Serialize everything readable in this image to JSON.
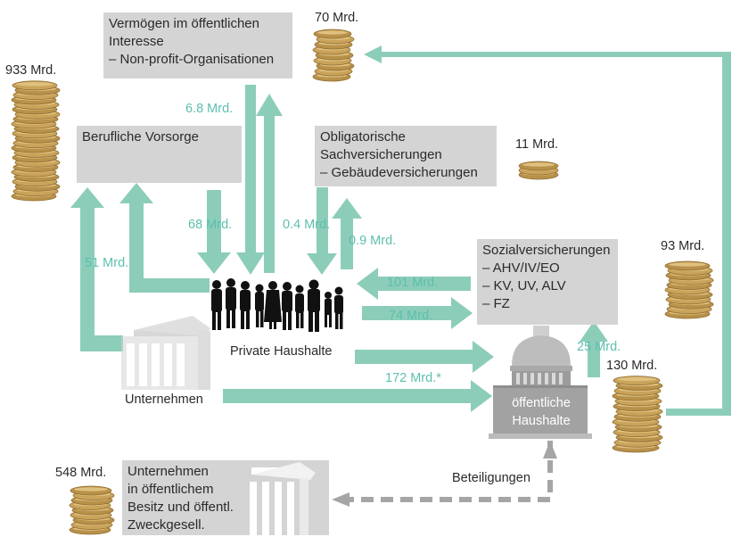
{
  "colors": {
    "arrow": "#8ccdb9",
    "arrow_text": "#5cbfae",
    "box": "#d4d4d4",
    "dashed": "#a5a5a5",
    "coin": "#c9a35a",
    "building": "#d9d9d9"
  },
  "boxes": {
    "oeffentliches_interesse": {
      "lines": [
        "Vermögen im öffentlichen",
        "Interesse",
        "– Non-profit-Organisationen"
      ]
    },
    "berufliche_vorsorge": {
      "lines": [
        "Berufliche Vorsorge"
      ]
    },
    "sachversicherungen": {
      "lines": [
        "Obligatorische",
        "Sachversicherungen",
        "– Gebäudeversicherungen"
      ]
    },
    "sozialversicherungen": {
      "lines": [
        "Sozialversicherungen",
        "– AHV/IV/EO",
        "– KV, UV, ALV",
        "– FZ"
      ]
    },
    "oeffentliche_unternehmen": {
      "lines": [
        "Unternehmen",
        "in öffentlichem",
        "Besitz und öffentl.",
        "Zweckgesell."
      ]
    }
  },
  "amounts": {
    "npo": "70 Mrd.",
    "vorsorge": "933 Mrd.",
    "sach": "11 Mrd.",
    "sozial": "93 Mrd.",
    "oeffentlich": "130 Mrd.",
    "unternehmen_oeffentlich": "548 Mrd."
  },
  "flows": {
    "npo": "6.8 Mrd.",
    "vorsorge_hh": "68 Mrd.",
    "unternehmen_vorsorge": "51 Mrd.",
    "sach_out": "0.4 Mrd.",
    "sach_in": "0.9 Mrd.",
    "sozial_hh": "101 Mrd.",
    "hh_sozial": "74 Mrd.",
    "oeff_sozial": "25 Mrd.",
    "to_oeff": "172 Mrd.*"
  },
  "labels": {
    "private_haushalte": "Private Haushalte",
    "unternehmen": "Unternehmen",
    "oeffentliche_haushalte": [
      "öffentliche",
      "Haushalte"
    ],
    "beteiligungen": "Beteiligungen"
  }
}
